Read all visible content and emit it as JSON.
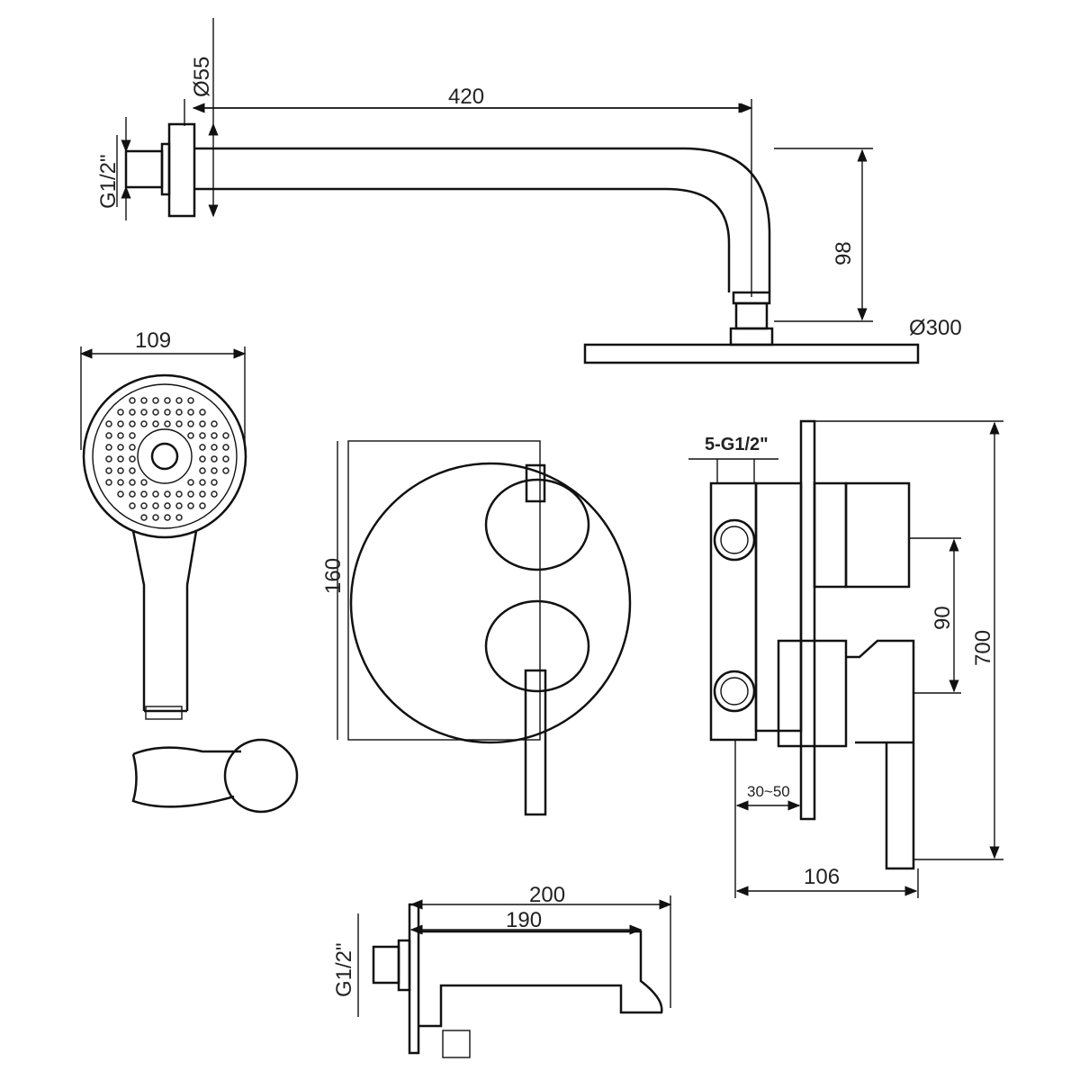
{
  "labels": {
    "flange_diameter": "Ø55",
    "arm_length": "420",
    "arm_thread": "G1/2\"",
    "arm_drop": "98",
    "head_diameter": "Ø300",
    "handshower_width": "109",
    "plate_height": "160",
    "outlets": "5-G1/2\"",
    "valve_spacing": "90",
    "total_height": "700",
    "wall_depth": "30~50",
    "projection": "106",
    "spout_length": "200",
    "spout_inner_length": "190",
    "spout_thread": "G1/2\""
  }
}
